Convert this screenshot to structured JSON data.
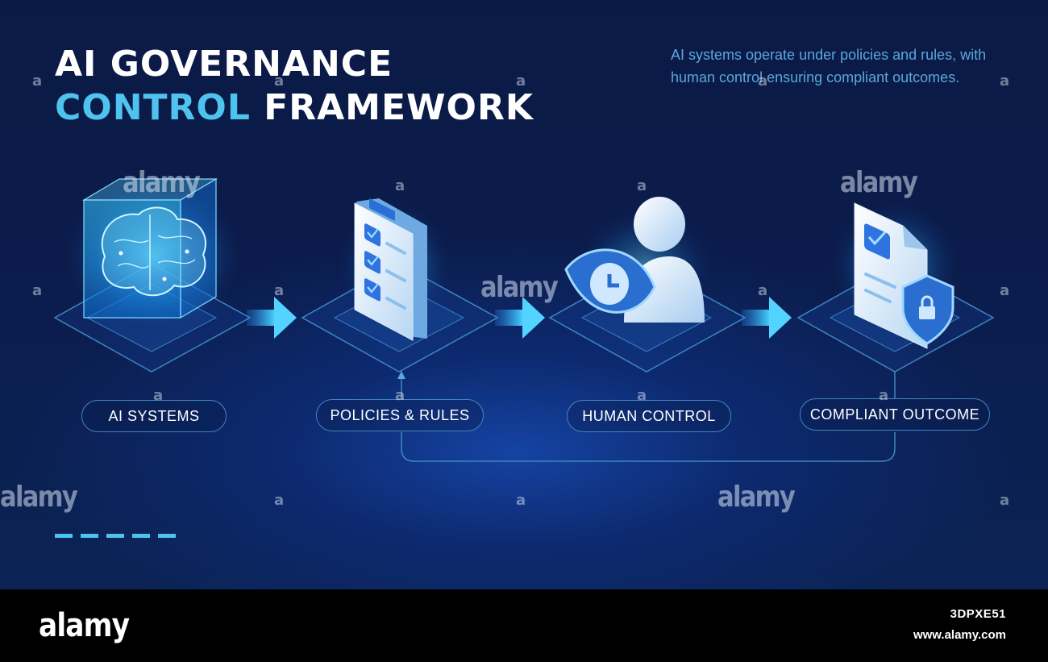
{
  "title": {
    "line1": "AI GOVERNANCE",
    "line2_accent": "CONTROL",
    "line2_rest": "FRAMEWORK"
  },
  "tagline": "AI systems operate under policies and rules, with human control ensuring compliant outcomes.",
  "steps": [
    {
      "label": "AI SYSTEMS",
      "icon": "brain-cube-icon"
    },
    {
      "label": "POLICIES & RULES",
      "icon": "checklist-clipboard-icon"
    },
    {
      "label": "HUMAN CONTROL",
      "icon": "eye-person-icon"
    },
    {
      "label": "COMPLIANT OUTCOME",
      "icon": "shield-document-icon"
    }
  ],
  "feedback_loop": {
    "from": "COMPLIANT OUTCOME",
    "to": "POLICIES & RULES"
  },
  "watermark": {
    "brand": "alamy",
    "letter": "a",
    "image_id": "3DPXE51",
    "site": "www.alamy.com"
  },
  "colors": {
    "background": "#0b1d4e",
    "accent": "#4fc3ef",
    "outline": "#3f86c0",
    "text": "#ffffff"
  }
}
